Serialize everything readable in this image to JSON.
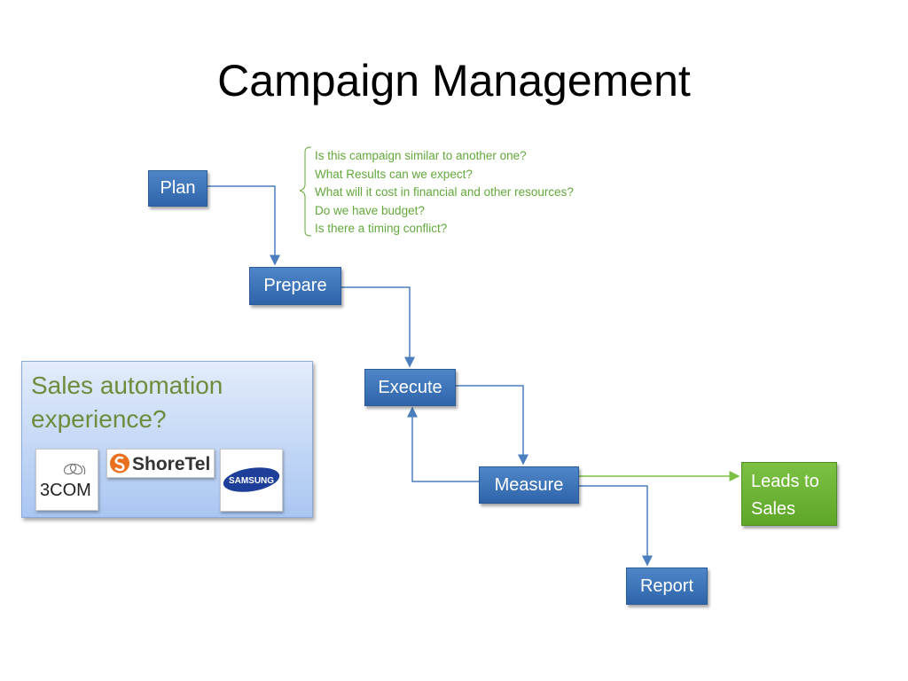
{
  "title": "Campaign Management",
  "steps": {
    "plan": "Plan",
    "prepare": "Prepare",
    "execute": "Execute",
    "measure": "Measure",
    "report": "Report"
  },
  "leads": {
    "line1": "Leads to",
    "line2": "Sales"
  },
  "questions": [
    "Is this campaign similar to another one?",
    "What Results can we expect?",
    "What will it cost in financial and other resources?",
    "Do we have budget?",
    "Is there a timing conflict?"
  ],
  "callout": {
    "line1": "Sales automation",
    "line2": "experience?",
    "logos": {
      "threecom": "3COM",
      "shoretel": "ShoreTel",
      "samsung": "SAMSUNG"
    }
  },
  "colors": {
    "step_blue": "#3a72b9",
    "arrow_blue": "#4a7ebf",
    "leads_green": "#6db33f",
    "question_green": "#62a83a",
    "callout_text": "#6e8c3b"
  }
}
